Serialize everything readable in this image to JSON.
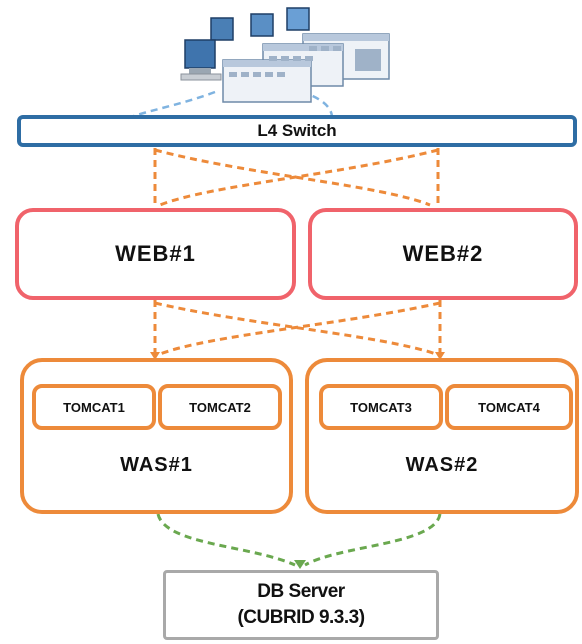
{
  "switch": {
    "label": "L4 Switch"
  },
  "web": [
    {
      "label": "WEB#1"
    },
    {
      "label": "WEB#2"
    }
  ],
  "was": [
    {
      "label": "WAS#1",
      "tomcats": [
        "TOMCAT1",
        "TOMCAT2"
      ]
    },
    {
      "label": "WAS#2",
      "tomcats": [
        "TOMCAT3",
        "TOMCAT4"
      ]
    }
  ],
  "db": {
    "line1": "DB Server",
    "line2": "(CUBRID 9.3.3)"
  },
  "colors": {
    "switch_border": "#2e6da4",
    "web_border": "#f0636b",
    "was_border": "#ed8a3a",
    "db_border": "#a9a9a9",
    "link_orange": "#ed8a3a",
    "link_green": "#6aa84f",
    "link_blue": "#7fb3e0"
  },
  "icons": [
    "client-computers-icon"
  ]
}
